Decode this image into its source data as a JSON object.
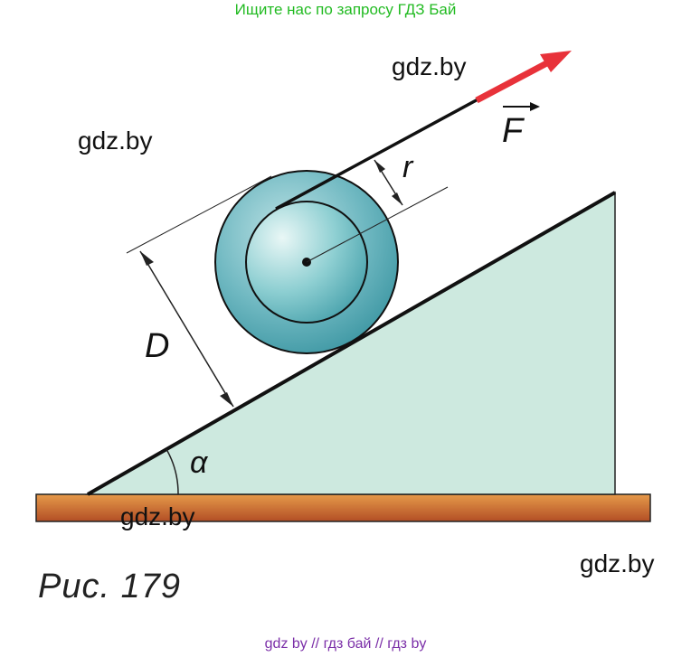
{
  "header": {
    "banner_text": "Ищите нас по запросу ГДЗ Бай"
  },
  "watermarks": [
    "gdz.by",
    "gdz.by",
    "gdz.by",
    "gdz.by"
  ],
  "diagram": {
    "labels": {
      "force": "F",
      "radius": "r",
      "diameter": "D",
      "angle": "α"
    }
  },
  "caption": "Рис. 179",
  "footer": {
    "text": "gdz by  //  гдз бай  //  гдз by"
  },
  "colors": {
    "banner": "#22bb22",
    "footer": "#7b2fa8",
    "wedge_fill": "#cde9df",
    "ground_top": "#e08a3c",
    "ground_bottom": "#b9562b",
    "force_arrow": "#e8323a",
    "wheel_outer": "#5aaeb8",
    "wheel_inner": "#8fd0d2"
  }
}
